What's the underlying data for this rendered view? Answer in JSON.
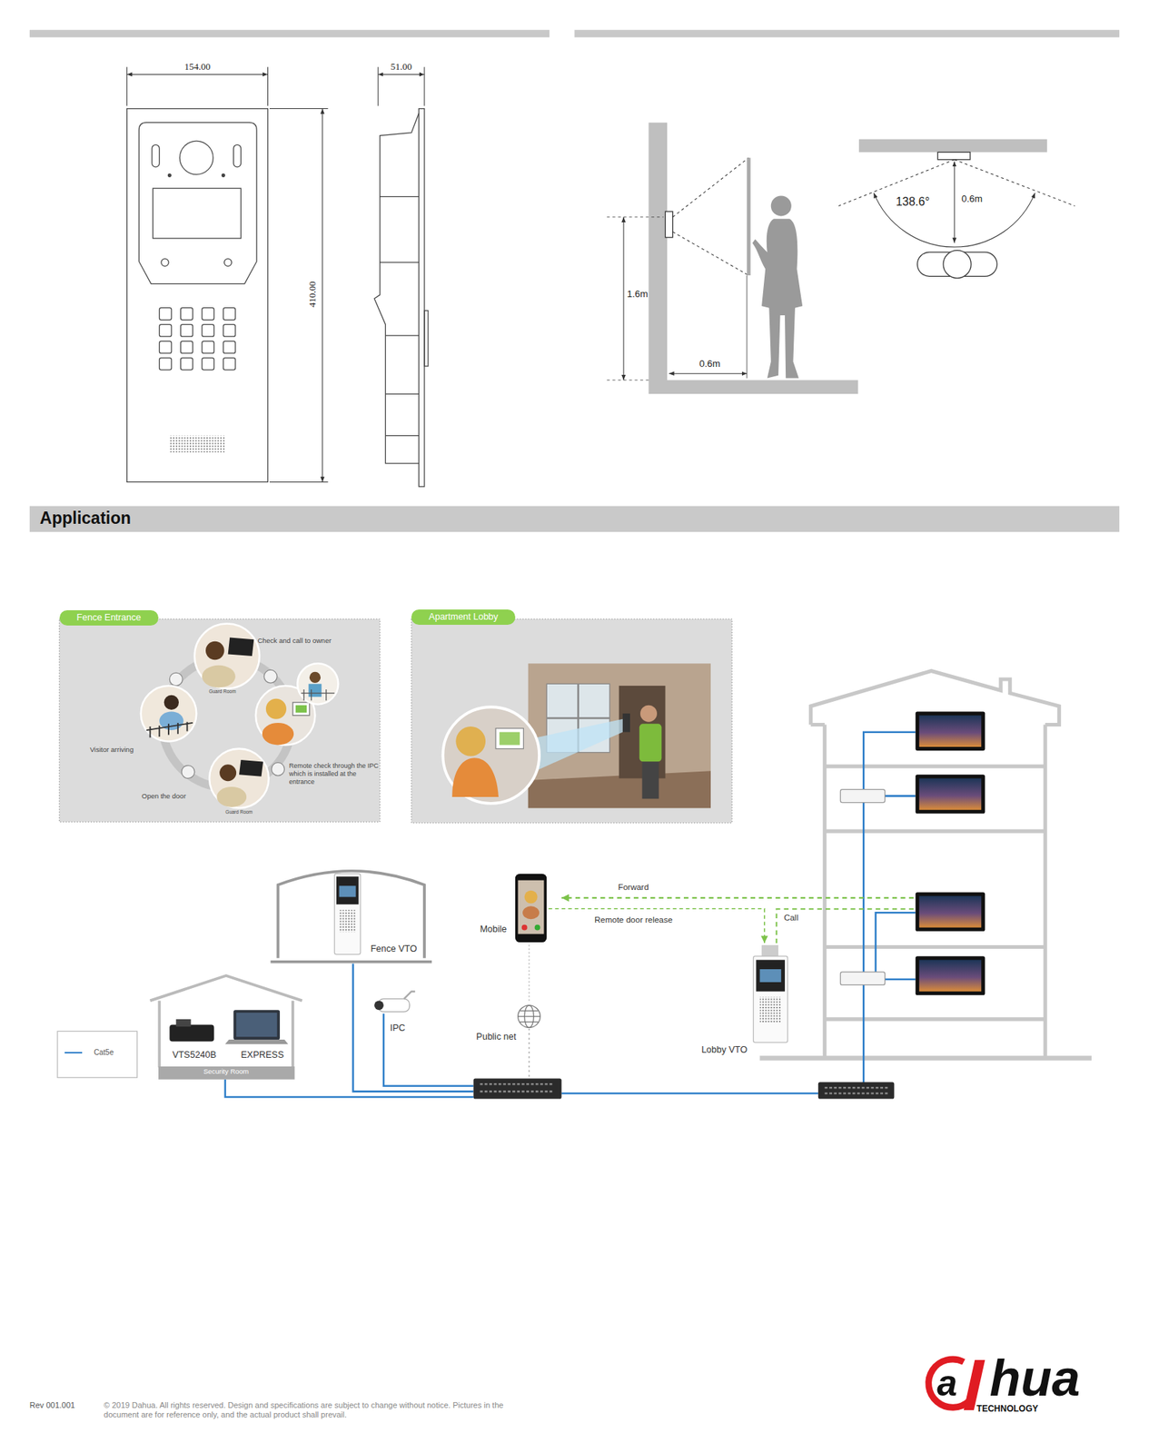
{
  "diagram": {
    "nodes": [
      {
        "text": [
          "Fence Entrance"
        ]
      },
      {
        "text": [
          "Apartment Lobby"
        ]
      },
      {
        "text": [
          "Fence VTO"
        ]
      },
      {
        "text": [
          "Mobile"
        ]
      },
      {
        "text": [
          "Lobby VTO"
        ]
      },
      {
        "text": [
          "Security Room"
        ]
      },
      {
        "text": [
          "VTS5240B"
        ],
        "in": 5
      },
      {
        "text": [
          "EXPRESS"
        ],
        "in": 5
      },
      {
        "text": [
          "IPC"
        ]
      },
      {
        "text": [
          "Public net"
        ]
      }
    ],
    "edges": [
      {
        "from": 3,
        "to": 4,
        "label": "Remote door release",
        "arrow": "to"
      },
      {
        "from": 3,
        "to": 9,
        "arrow": "none"
      }
    ],
    "labels": [
      "154.00",
      "51.00",
      "410.00",
      "1.6m",
      "0.6m",
      "138.6°",
      "0.6m",
      "Application",
      "Check and call to owner",
      "Guard Room",
      "Visitor arriving",
      "Remote check through the IPC which is installed at the entrance",
      "Open the door",
      "Guard Room",
      "Forward",
      "Call",
      "Rev 001.001",
      "© 2019 Dahua. All rights reserved. Design and specifications are subject to change without notice. Pictures in the document are for reference only, and the actual product shall prevail.",
      "a",
      "hua",
      "TECHNOLOGY"
    ],
    "legend": [
      {
        "text": "Cat5e"
      }
    ]
  }
}
